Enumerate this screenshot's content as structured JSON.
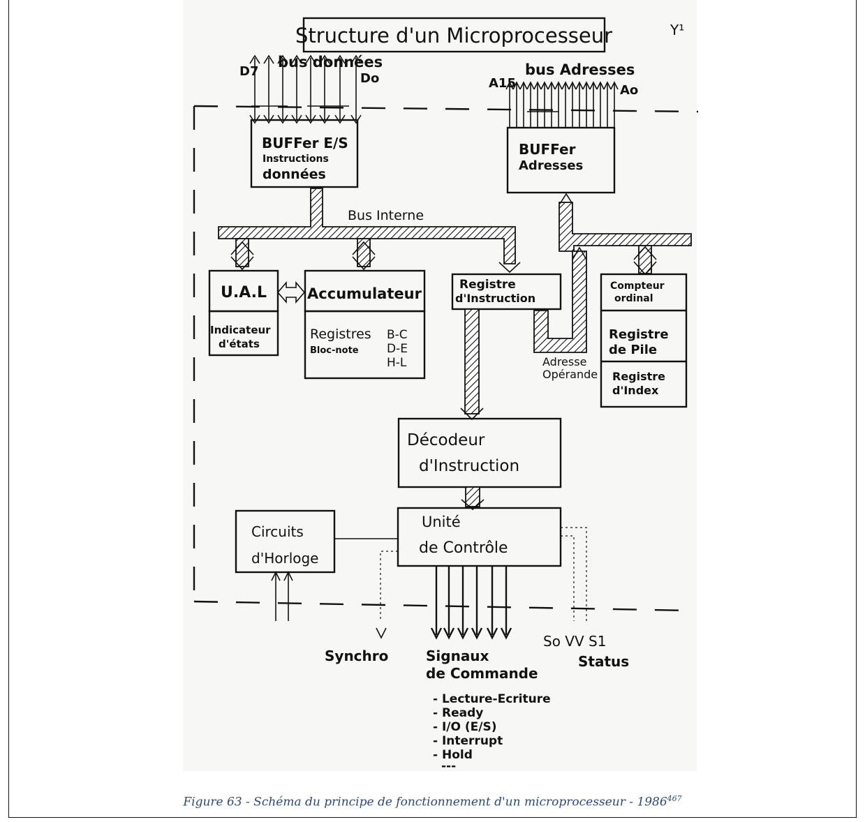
{
  "diagram": {
    "title": "Structure d'un Microprocesseur",
    "corner_mark": "Y¹",
    "data_bus": {
      "label": "bus données",
      "msb": "D7",
      "lsb": "Do"
    },
    "address_bus": {
      "label": "bus Adresses",
      "msb": "A15",
      "lsb": "Ao"
    },
    "internal_bus": "Bus Interne",
    "blocks": {
      "io_buffer": [
        "BUFFer E/S",
        "Instructions",
        "données"
      ],
      "address_buffer": [
        "BUFFer",
        "Adresses"
      ],
      "alu": "U.A.L",
      "flags": [
        "Indicateur",
        "d'états"
      ],
      "accumulator": "Accumulateur",
      "registers": {
        "label": "Registres",
        "sublabel": "Bloc-note",
        "pairs": [
          "B-C",
          "D-E",
          "H-L"
        ]
      },
      "instruction_register": [
        "Registre",
        "d'Instruction"
      ],
      "program_counter": [
        "Compteur",
        "ordinal"
      ],
      "stack_register": [
        "Registre",
        "de Pile"
      ],
      "index_register": [
        "Registre",
        "d'Index"
      ],
      "operand_address": [
        "Adresse",
        "Opérande"
      ],
      "decoder": [
        "Décodeur",
        "d'Instruction"
      ],
      "control_unit": [
        "Unité",
        "de Contrôle"
      ],
      "clock": [
        "Circuits",
        "d'Horloge"
      ]
    },
    "outputs": {
      "synchro": "Synchro",
      "command": [
        "Signaux",
        "de Commande"
      ],
      "status_pins": "So VV S1",
      "status": "Status"
    },
    "command_signals": [
      "- Lecture-Ecriture",
      "- Ready",
      "- I/O   (E/S)",
      "- Interrupt",
      "- Hold",
      "---"
    ]
  },
  "caption": {
    "text": "Figure 63 - Schéma du principe de fonctionnement d'un microprocesseur - 1986",
    "note": "467"
  }
}
